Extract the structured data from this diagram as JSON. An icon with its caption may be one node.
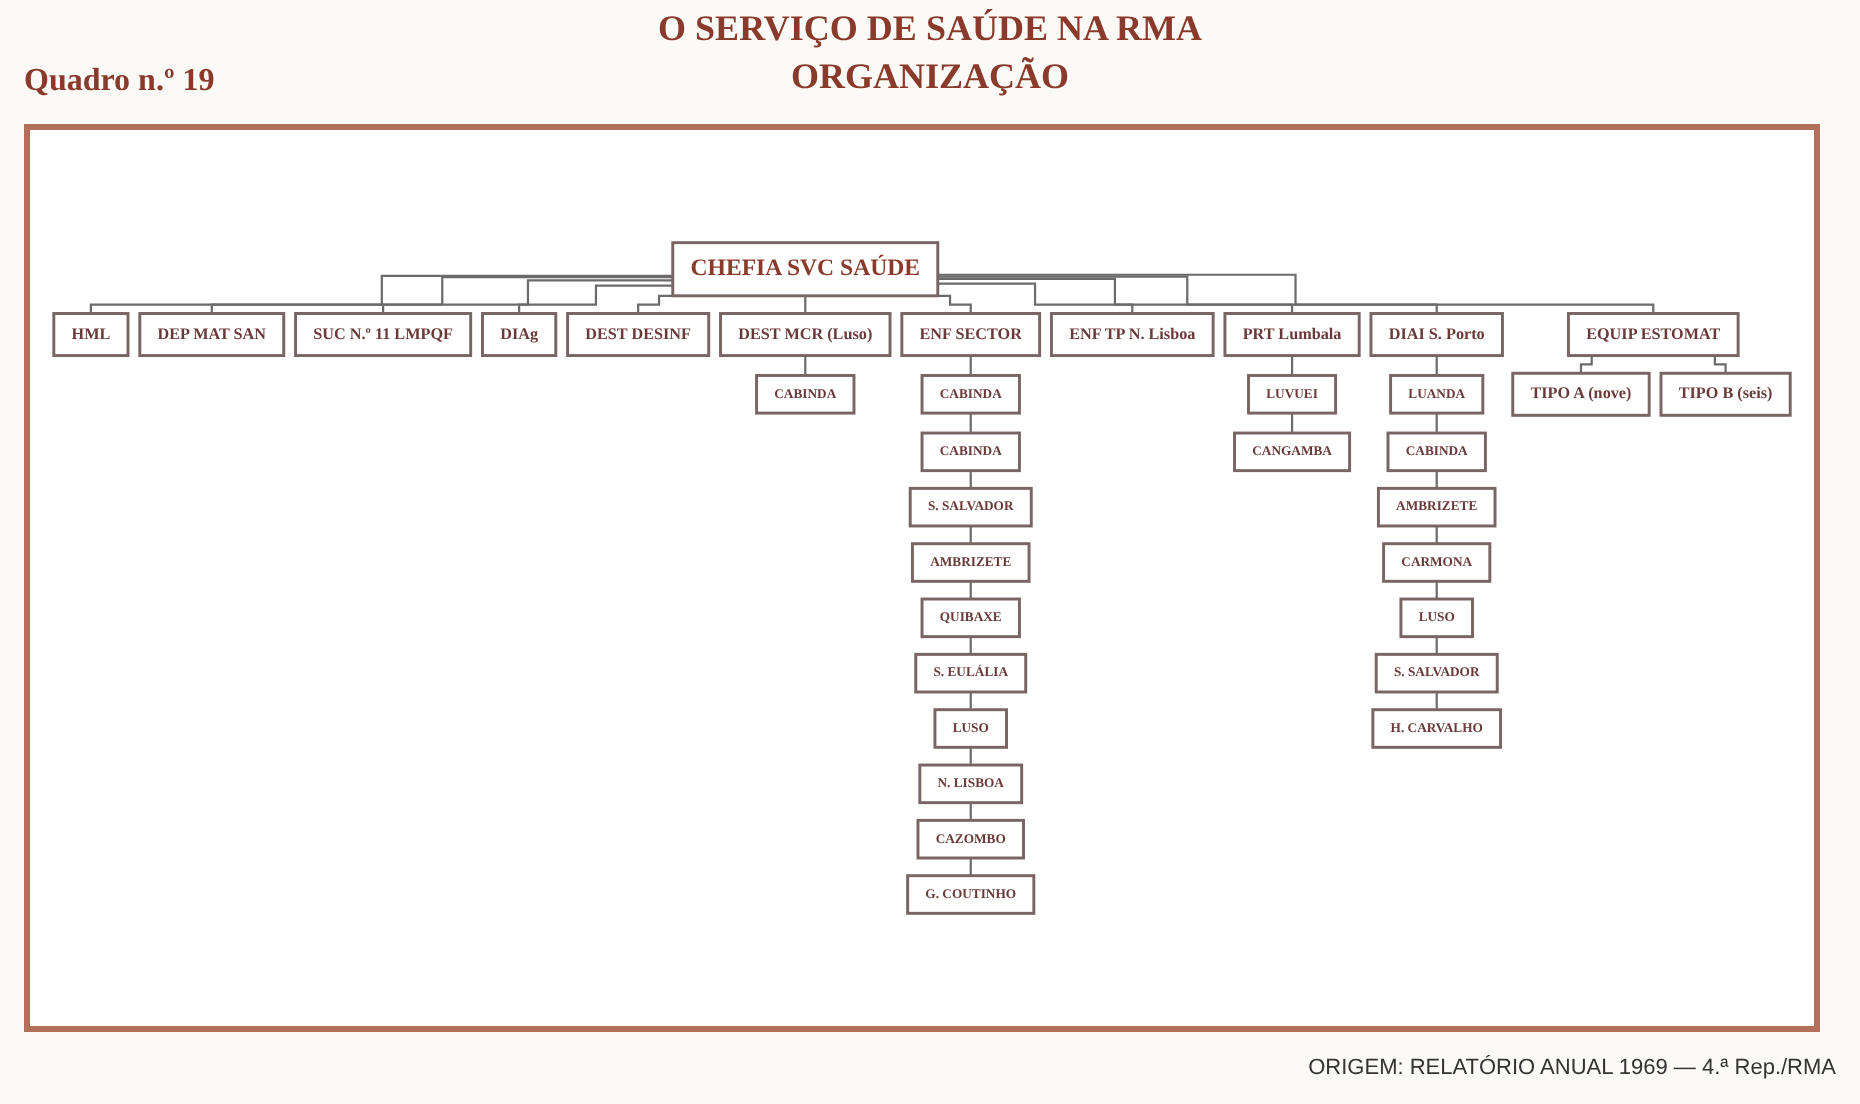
{
  "diagram": {
    "title": "O SERVIÇO DE SAÚDE NA RMA",
    "caption": "ORIGEM: RELATÓRIO ANUAL 1969 — 4.ª Rep./RMA",
    "labels": [
      "Quadro n.º 19",
      "ORGANIZAÇÃO"
    ],
    "nodes": [
      {
        "text": [
          "CHEFIA SVC SAÚDE"
        ]
      },
      {
        "text": [
          "HML"
        ]
      },
      {
        "text": [
          "DEP MAT SAN"
        ]
      },
      {
        "text": [
          "SUC N.º 11 LMPQF"
        ]
      },
      {
        "text": [
          "DIAg"
        ]
      },
      {
        "text": [
          "DEST DESINF"
        ]
      },
      {
        "text": [
          "DEST MCR (Luso)"
        ]
      },
      {
        "text": [
          "CABINDA"
        ]
      },
      {
        "text": [
          "ENF SECTOR"
        ]
      },
      {
        "text": [
          "CABINDA"
        ]
      },
      {
        "text": [
          "CABINDA"
        ]
      },
      {
        "text": [
          "S. SALVADOR"
        ]
      },
      {
        "text": [
          "AMBRIZETE"
        ]
      },
      {
        "text": [
          "QUIBAXE"
        ]
      },
      {
        "text": [
          "S. EULÁLIA"
        ]
      },
      {
        "text": [
          "LUSO"
        ]
      },
      {
        "text": [
          "N. LISBOA"
        ]
      },
      {
        "text": [
          "CAZOMBO"
        ]
      },
      {
        "text": [
          "G. COUTINHO"
        ]
      },
      {
        "text": [
          "ENF TP N. Lisboa"
        ]
      },
      {
        "text": [
          "PRT Lumbala"
        ]
      },
      {
        "text": [
          "LUVUEI"
        ]
      },
      {
        "text": [
          "CANGAMBA"
        ]
      },
      {
        "text": [
          "DIAI S. Porto"
        ]
      },
      {
        "text": [
          "LUANDA"
        ]
      },
      {
        "text": [
          "CABINDA"
        ]
      },
      {
        "text": [
          "AMBRIZETE"
        ]
      },
      {
        "text": [
          "CARMONA"
        ]
      },
      {
        "text": [
          "LUSO"
        ]
      },
      {
        "text": [
          "S. SALVADOR"
        ]
      },
      {
        "text": [
          "H. CARVALHO"
        ]
      },
      {
        "text": [
          "EQUIP ESTOMAT"
        ]
      },
      {
        "text": [
          "TIPO A (nove)"
        ]
      },
      {
        "text": [
          "TIPO B (seis)"
        ]
      }
    ],
    "edges": [
      {
        "from": 0,
        "to": 1,
        "arrow": "none"
      },
      {
        "from": 0,
        "to": 2,
        "arrow": "none"
      },
      {
        "from": 0,
        "to": 3,
        "arrow": "none"
      },
      {
        "from": 0,
        "to": 4,
        "arrow": "none"
      },
      {
        "from": 0,
        "to": 5,
        "arrow": "none"
      },
      {
        "from": 0,
        "to": 6,
        "arrow": "none"
      },
      {
        "from": 0,
        "to": 8,
        "arrow": "none"
      },
      {
        "from": 0,
        "to": 19,
        "arrow": "none"
      },
      {
        "from": 0,
        "to": 20,
        "arrow": "none"
      },
      {
        "from": 0,
        "to": 23,
        "arrow": "none"
      },
      {
        "from": 0,
        "to": 31,
        "arrow": "none"
      },
      {
        "from": 6,
        "to": 7,
        "arrow": "none"
      },
      {
        "from": 8,
        "to": 9,
        "arrow": "none"
      },
      {
        "from": 9,
        "to": 10,
        "arrow": "none"
      },
      {
        "from": 10,
        "to": 11,
        "arrow": "none"
      },
      {
        "from": 11,
        "to": 12,
        "arrow": "none"
      },
      {
        "from": 12,
        "to": 13,
        "arrow": "none"
      },
      {
        "from": 13,
        "to": 14,
        "arrow": "none"
      },
      {
        "from": 14,
        "to": 15,
        "arrow": "none"
      },
      {
        "from": 15,
        "to": 16,
        "arrow": "none"
      },
      {
        "from": 16,
        "to": 17,
        "arrow": "none"
      },
      {
        "from": 17,
        "to": 18,
        "arrow": "none"
      },
      {
        "from": 20,
        "to": 21,
        "arrow": "none"
      },
      {
        "from": 21,
        "to": 22,
        "arrow": "none"
      },
      {
        "from": 23,
        "to": 24,
        "arrow": "none"
      },
      {
        "from": 24,
        "to": 25,
        "arrow": "none"
      },
      {
        "from": 25,
        "to": 26,
        "arrow": "none"
      },
      {
        "from": 26,
        "to": 27,
        "arrow": "none"
      },
      {
        "from": 27,
        "to": 28,
        "arrow": "none"
      },
      {
        "from": 28,
        "to": 29,
        "arrow": "none"
      },
      {
        "from": 29,
        "to": 30,
        "arrow": "none"
      },
      {
        "from": 31,
        "to": 32,
        "arrow": "none"
      },
      {
        "from": 31,
        "to": 33,
        "arrow": "none"
      }
    ]
  }
}
